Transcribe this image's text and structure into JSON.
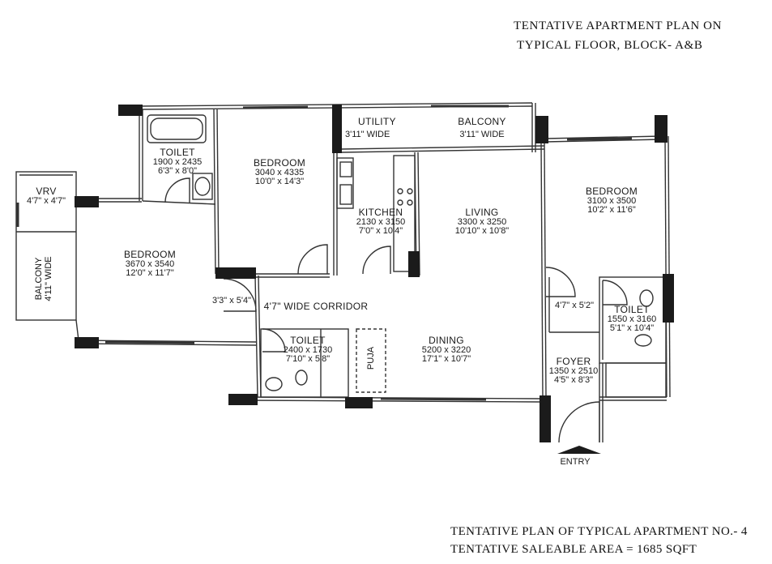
{
  "header": {
    "line1": "TENTATIVE APARTMENT PLAN ON",
    "line2": "TYPICAL FLOOR, BLOCK- A&B"
  },
  "footer": {
    "line1": "TENTATIVE PLAN OF TYPICAL  APARTMENT NO.- 4",
    "line2": "TENTATIVE SALEABLE AREA = 1685 SQFT"
  },
  "rooms": {
    "vrv": {
      "name": "VRV",
      "dim": "4'7\" x 4'7\""
    },
    "balcony_left": {
      "name": "BALCONY",
      "dim": "4'11\" WIDE"
    },
    "bedroom_left": {
      "name": "BEDROOM",
      "metric": "3670 x 3540",
      "imperial": "12'0\" x 11'7\""
    },
    "toilet_top": {
      "name": "TOILET",
      "metric": "1900 x 2435",
      "imperial": "6'3\" x 8'0\""
    },
    "bedroom_mid": {
      "name": "BEDROOM",
      "metric": "3040 x 4335",
      "imperial": "10'0\" x 14'3\""
    },
    "utility": {
      "name": "UTILITY",
      "dim": "3'11\" WIDE"
    },
    "balcony_top": {
      "name": "BALCONY",
      "dim": "3'11\"  WIDE"
    },
    "kitchen": {
      "name": "KITCHEN",
      "metric": "2130 x 3150",
      "imperial": "7'0\" x 10'4\""
    },
    "living": {
      "name": "LIVING",
      "metric": "3300 x 3250",
      "imperial": "10'10\" x 10'8\""
    },
    "bedroom_right": {
      "name": "BEDROOM",
      "metric": "3100 x 3500",
      "imperial": "10'2\" x 11'6\""
    },
    "lobby_left": {
      "dim": "3'3\" x 5'4\""
    },
    "corridor": {
      "name": "4'7\" WIDE CORRIDOR"
    },
    "lobby_right": {
      "dim": "4'7\" x 5'2\""
    },
    "toilet_right": {
      "name": "TOILET",
      "metric": "1550 x 3160",
      "imperial": "5'1\" x 10'4\""
    },
    "toilet_bottom": {
      "name": "TOILET",
      "metric": "2400 x 1730",
      "imperial": "7'10\" x 5'8\""
    },
    "puja": {
      "name": "PUJA"
    },
    "dining": {
      "name": "DINING",
      "metric": "5200 x 3220",
      "imperial": "17'1\" x 10'7\""
    },
    "foyer": {
      "name": "FOYER",
      "metric": "1350 x 2510",
      "imperial": "4'5\" x 8'3\""
    },
    "entry": {
      "name": "ENTRY"
    }
  }
}
